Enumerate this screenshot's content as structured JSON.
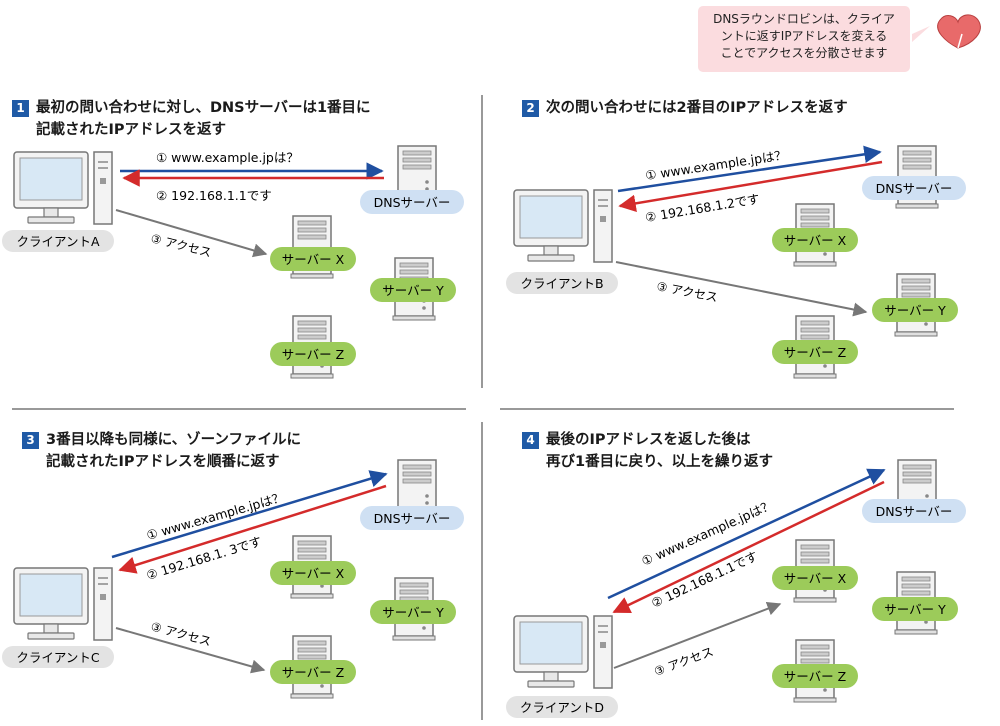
{
  "note": {
    "lines": [
      "DNSラウンドロビンは、クライア",
      "ントに返すIPアドレスを変える",
      "ことでアクセスを分散させます"
    ]
  },
  "panels": [
    {
      "number": "1",
      "title_lines": [
        "最初の問い合わせに対し、DNSサーバーは1番目に",
        "記載されたIPアドレスを返す"
      ],
      "client": "クライアントA",
      "dns": "DNSサーバー",
      "servers": [
        "サーバー X",
        "サーバー Y",
        "サーバー Z"
      ],
      "query": "① www.example.jpは？",
      "answer": "② 192.168.1.1です",
      "access": "③ アクセス"
    },
    {
      "number": "2",
      "title_lines": [
        "次の問い合わせには2番目のIPアドレスを返す"
      ],
      "client": "クライアントB",
      "dns": "DNSサーバー",
      "servers": [
        "サーバー X",
        "サーバー Y",
        "サーバー Z"
      ],
      "query": "① www.example.jpは？",
      "answer": "② 192.168.1.2です",
      "access": "③ アクセス"
    },
    {
      "number": "3",
      "title_lines": [
        "3番目以降も同様に、ゾーンファイルに",
        "記載されたIPアドレスを順番に返す"
      ],
      "client": "クライアントC",
      "dns": "DNSサーバー",
      "servers": [
        "サーバー X",
        "サーバー Y",
        "サーバー Z"
      ],
      "query": "① www.example.jpは？",
      "answer": "② 192.168.1. 3です",
      "access": "③ アクセス"
    },
    {
      "number": "4",
      "title_lines": [
        "最後のIPアドレスを返した後は",
        "再び1番目に戻り、以上を繰り返す"
      ],
      "client": "クライアントD",
      "dns": "DNSサーバー",
      "servers": [
        "サーバー X",
        "サーバー Y",
        "サーバー Z"
      ],
      "query": "① www.example.jpは？",
      "answer": "② 192.168.1.1です",
      "access": "③ アクセス"
    }
  ],
  "colors": {
    "query_arrow": "#1f4fa0",
    "answer_arrow": "#d42b2b",
    "access_arrow": "#777777",
    "server_label": "#9ccb5a",
    "dns_label": "#cfe0f3",
    "client_label": "#e3e3e3",
    "title_badge": "#1f5aa6",
    "note_bg": "#fbdcdf"
  },
  "icons": [
    "pc-icon",
    "tower-server-icon",
    "heart-pointer-icon"
  ]
}
